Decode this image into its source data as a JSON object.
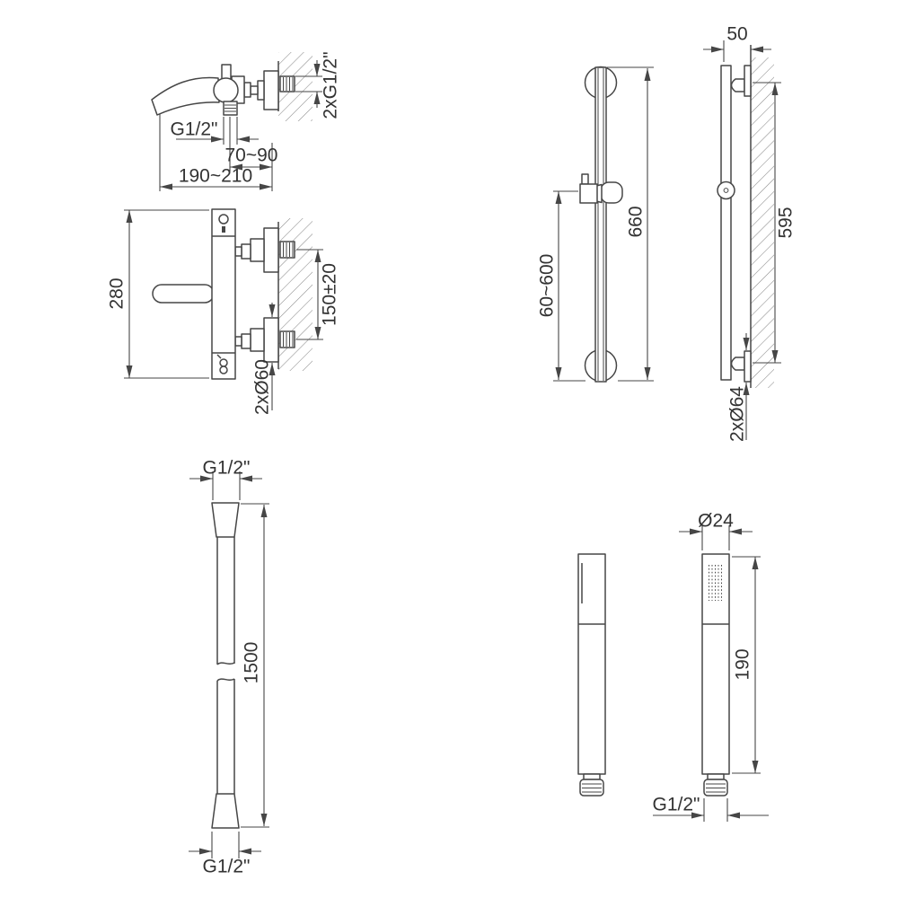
{
  "canvas": {
    "background": "#ffffff",
    "line_color": "#464646",
    "text_color": "#333333",
    "hatch_color": "#8a8a8a"
  },
  "views": {
    "mixer_side": {
      "dims": {
        "outlet_thread": "G1/2\"",
        "spout_to_wall": "70~90",
        "overall_depth": "190~210",
        "wall_connections": "2xG1/2\""
      }
    },
    "mixer_front": {
      "dims": {
        "overall_height": "280",
        "connection_centres": "150±20",
        "wall_escutcheons": "2xØ60"
      }
    },
    "rail_front": {
      "dims": {
        "rail_length": "660",
        "holder_travel": "60~600"
      }
    },
    "rail_side": {
      "dims": {
        "wall_offset": "50",
        "fixing_centres": "595",
        "wall_escutcheons": "2xØ64"
      }
    },
    "hose": {
      "dims": {
        "top_thread": "G1/2\"",
        "length": "1500",
        "bottom_thread": "G1/2\""
      }
    },
    "handshower": {
      "dims": {
        "head_diameter": "Ø24",
        "overall_length": "190",
        "connection_thread": "G1/2\""
      }
    }
  }
}
